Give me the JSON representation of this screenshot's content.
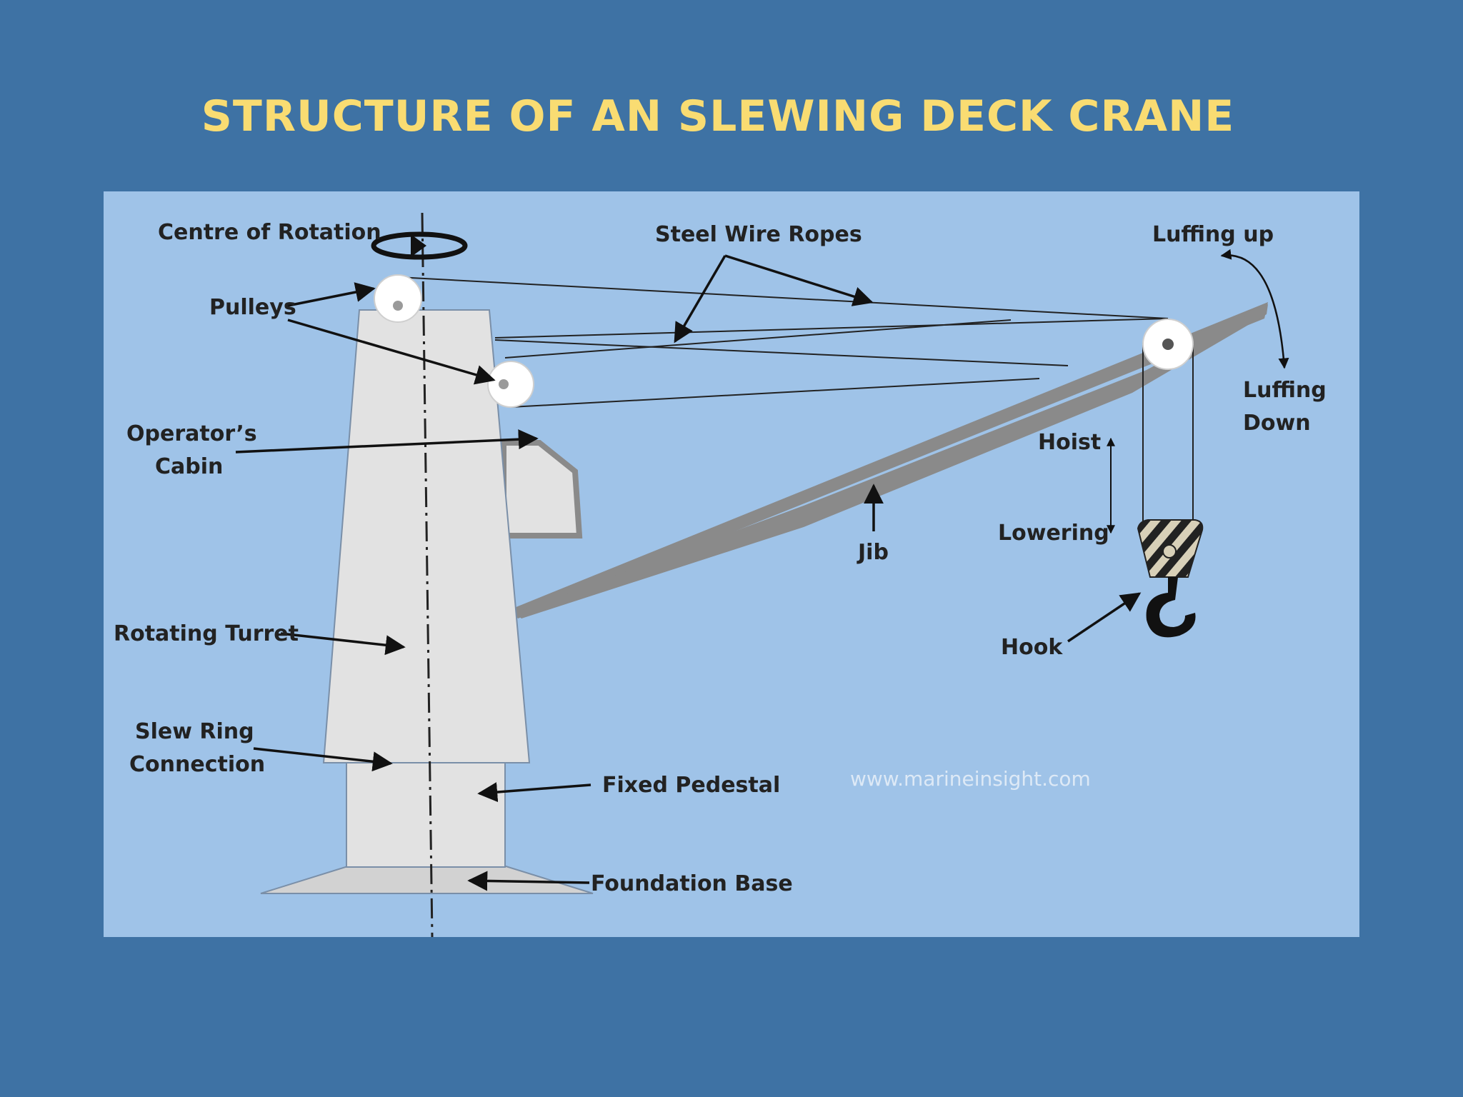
{
  "title": "STRUCTURE OF AN SLEWING DECK CRANE",
  "labels": {
    "centre_of_rotation": "Centre of Rotation",
    "steel_wire_ropes": "Steel Wire Ropes",
    "luffing_up": "Luffing up",
    "pulleys": "Pulleys",
    "luffing_down_1": "Luffing",
    "luffing_down_2": "Down",
    "operators_cabin_1": "Operator’s",
    "operators_cabin_2": "Cabin",
    "hoist": "Hoist",
    "lowering": "Lowering",
    "jib": "Jib",
    "rotating_turret": "Rotating Turret",
    "hook": "Hook",
    "slew_ring_1": "Slew Ring",
    "slew_ring_2": "Connection",
    "fixed_pedestal": "Fixed Pedestal",
    "foundation_base": "Foundation Base"
  },
  "watermark": "www.marineinsight.com",
  "colors": {
    "background": "#3e72a4",
    "panel": "#9fc3e8",
    "title": "#f9dc72",
    "structure": "#e2e2e2",
    "jib": "#8a8a8a",
    "label": "#222222"
  }
}
